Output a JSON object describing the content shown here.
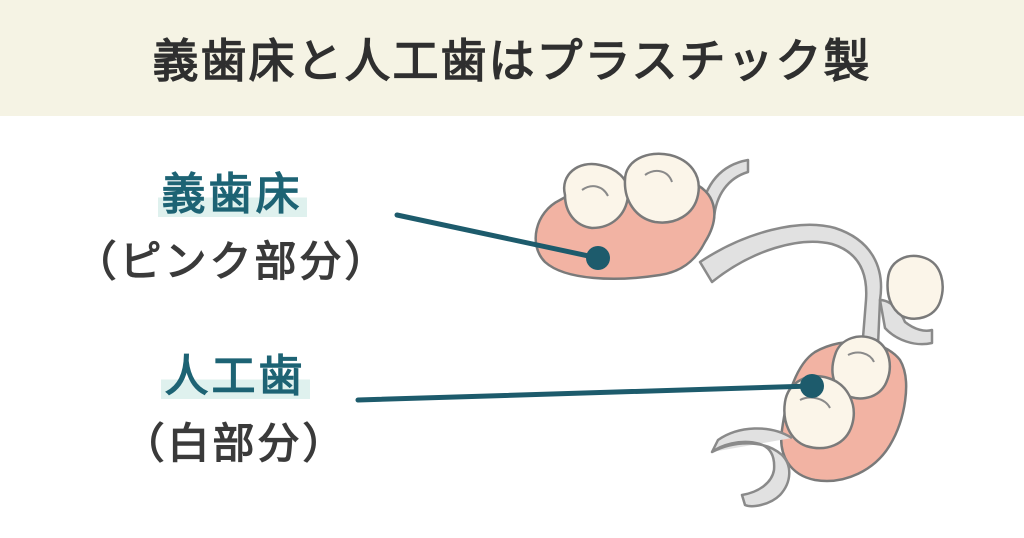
{
  "header": {
    "title": "義歯床と人工歯はプラスチック製"
  },
  "labels": {
    "denture_base": {
      "main": "義歯床",
      "sub": "（ピンク部分）"
    },
    "artificial_tooth": {
      "main": "人工歯",
      "sub": "（白部分）"
    }
  },
  "colors": {
    "header_bg": "#f5f3e4",
    "label_accent": "#1d6374",
    "pointer_line": "#1d5b6c",
    "denture_base_pink": "#f2b3a3",
    "metal_frame": "#e0e0e0",
    "tooth_white": "#fbf5e9"
  }
}
